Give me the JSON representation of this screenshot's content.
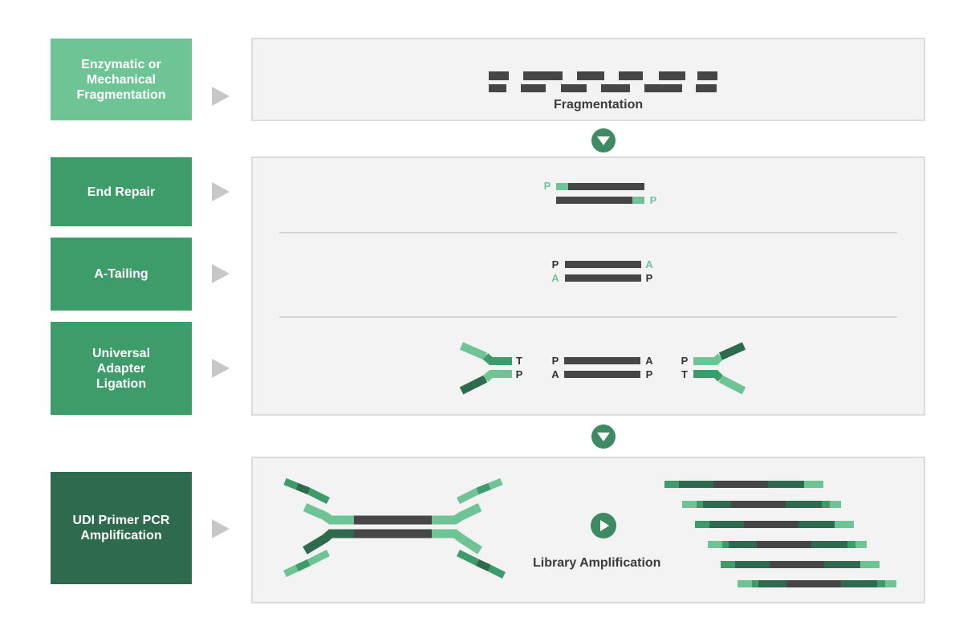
{
  "steps": [
    {
      "label": "Enzymatic or\nMechanical\nFragmentation",
      "color": "#6fc496"
    },
    {
      "label": "End Repair",
      "color": "#3e9c6b"
    },
    {
      "label": "A-Tailing",
      "color": "#3e9c6b"
    },
    {
      "label": "Universal\nAdapter\nLigation",
      "color": "#3e9c6b"
    },
    {
      "label": "UDI Primer PCR\nAmplification",
      "color": "#2e6b4e"
    }
  ],
  "captions": {
    "fragmentation": "Fragmentation",
    "library_amplification": "Library Amplification"
  },
  "end_labels": {
    "end_repair": [
      "P",
      "P"
    ],
    "a_tailing": [
      "P",
      "A",
      "A",
      "P"
    ],
    "ligation_adapter_left": [
      "T",
      "P"
    ],
    "ligation_insert": [
      "P",
      "A",
      "A",
      "P"
    ],
    "ligation_adapter_right": [
      "P",
      "T"
    ]
  },
  "colors": {
    "dna": "#464646",
    "light_green": "#6fc496",
    "mid_green": "#3e9c6b",
    "dark_green": "#2e6b4e",
    "end_letter": "#333333",
    "panel_bg": "#f3f3f3",
    "arrow_gray": "#c7c7c7"
  }
}
